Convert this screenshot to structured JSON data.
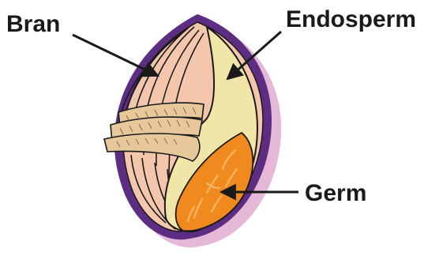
{
  "labels": {
    "bran": "Bran",
    "endosperm": "Endosperm",
    "germ": "Germ"
  },
  "colors": {
    "outline": "#5c2d82",
    "shadow": "#e6b8d8",
    "bran_fill": "#f4c7ad",
    "endosperm_fill": "#f1e5a8",
    "germ_fill": "#f08a1e",
    "husk_fill": "#e7c89b",
    "ink": "#1a1a1a"
  }
}
